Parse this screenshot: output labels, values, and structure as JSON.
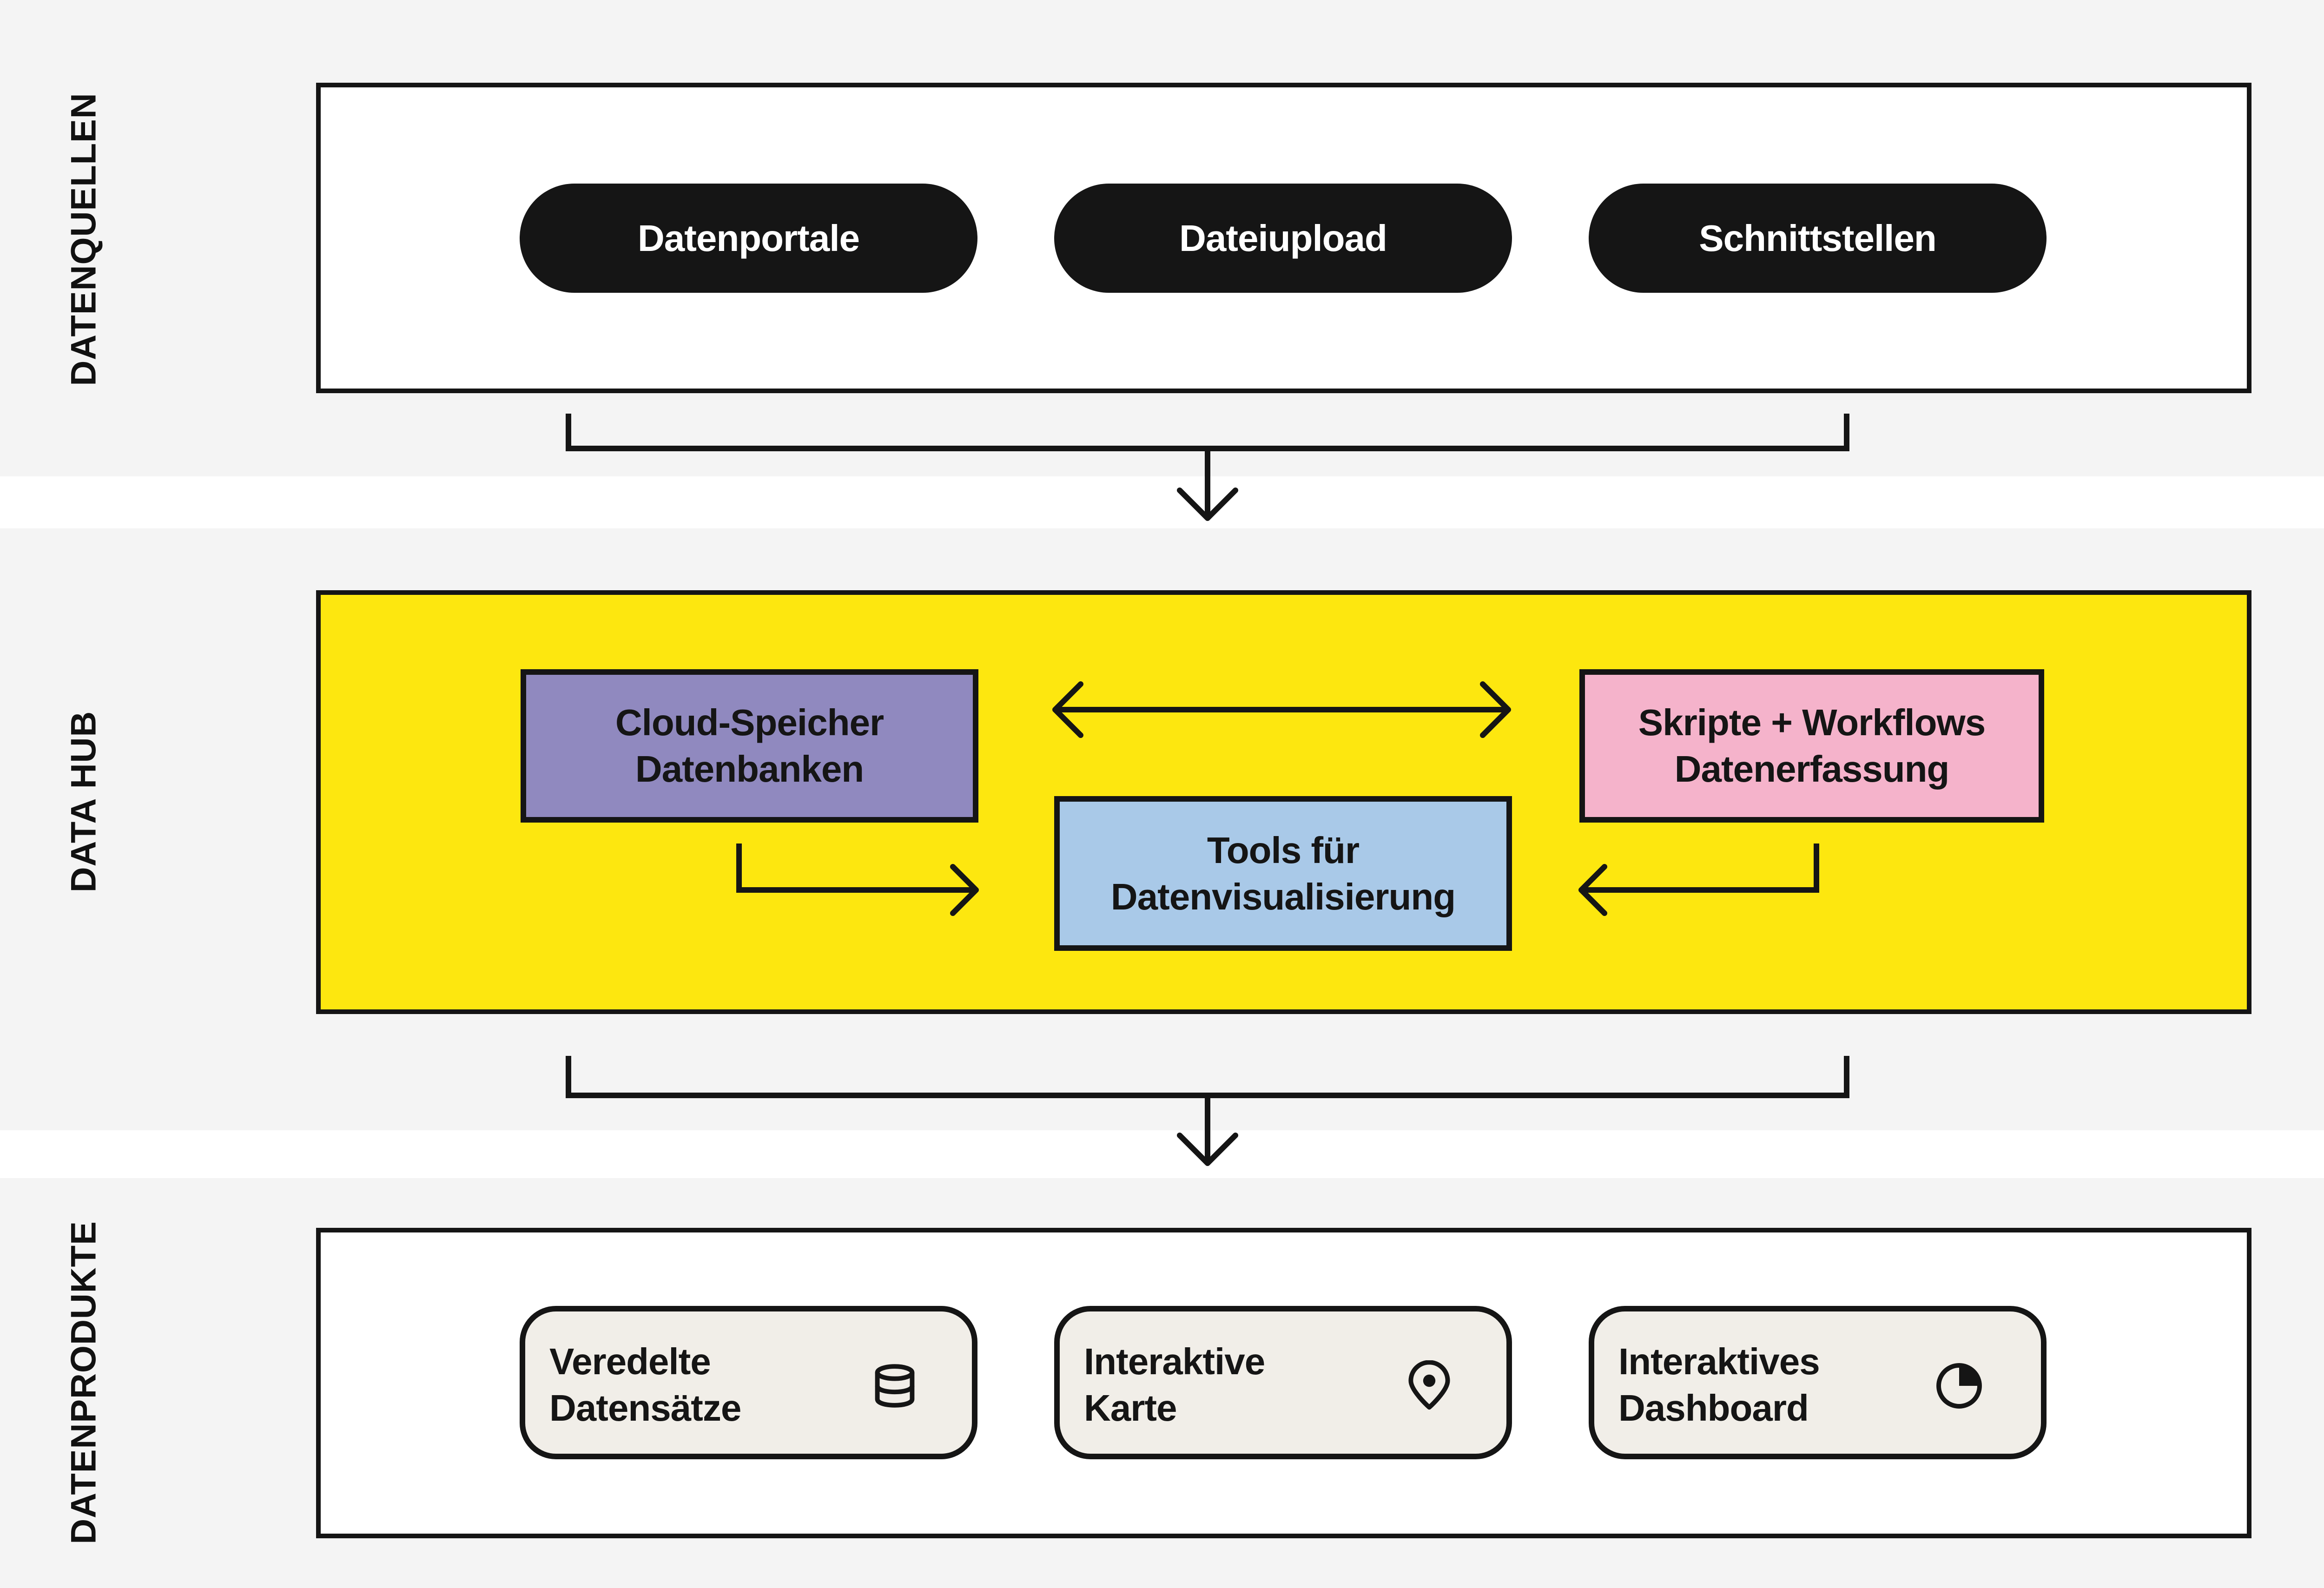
{
  "sections": {
    "sources": {
      "label": "DATENQUELLEN"
    },
    "hub": {
      "label": "DATA HUB"
    },
    "products": {
      "label": "DATENPRODUKTE"
    }
  },
  "sources": {
    "items": [
      "Datenportale",
      "Dateiupload",
      "Schnittstellen"
    ]
  },
  "hub": {
    "cloud": {
      "line1": "Cloud-Speicher",
      "line2": "Datenbanken"
    },
    "scripts": {
      "line1": "Skripte + Workflows",
      "line2": "Datenerfassung"
    },
    "tools": {
      "line1": "Tools für",
      "line2": "Datenvisualisierung"
    }
  },
  "products": {
    "items": [
      {
        "line1": "Veredelte",
        "line2": "Datensätze",
        "icon": "database-icon"
      },
      {
        "line1": "Interaktive",
        "line2": "Karte",
        "icon": "map-pin-icon"
      },
      {
        "line1": "Interaktives",
        "line2": "Dashboard",
        "icon": "pie-chart-icon"
      }
    ]
  },
  "colors": {
    "hub_background": "#fde70f",
    "cloud_box": "#9089bf",
    "scripts_box": "#f5b3cb",
    "tools_box": "#a9c9e8",
    "product_card": "#f1eee8",
    "band": "#f4f4f4",
    "ink": "#151515"
  }
}
